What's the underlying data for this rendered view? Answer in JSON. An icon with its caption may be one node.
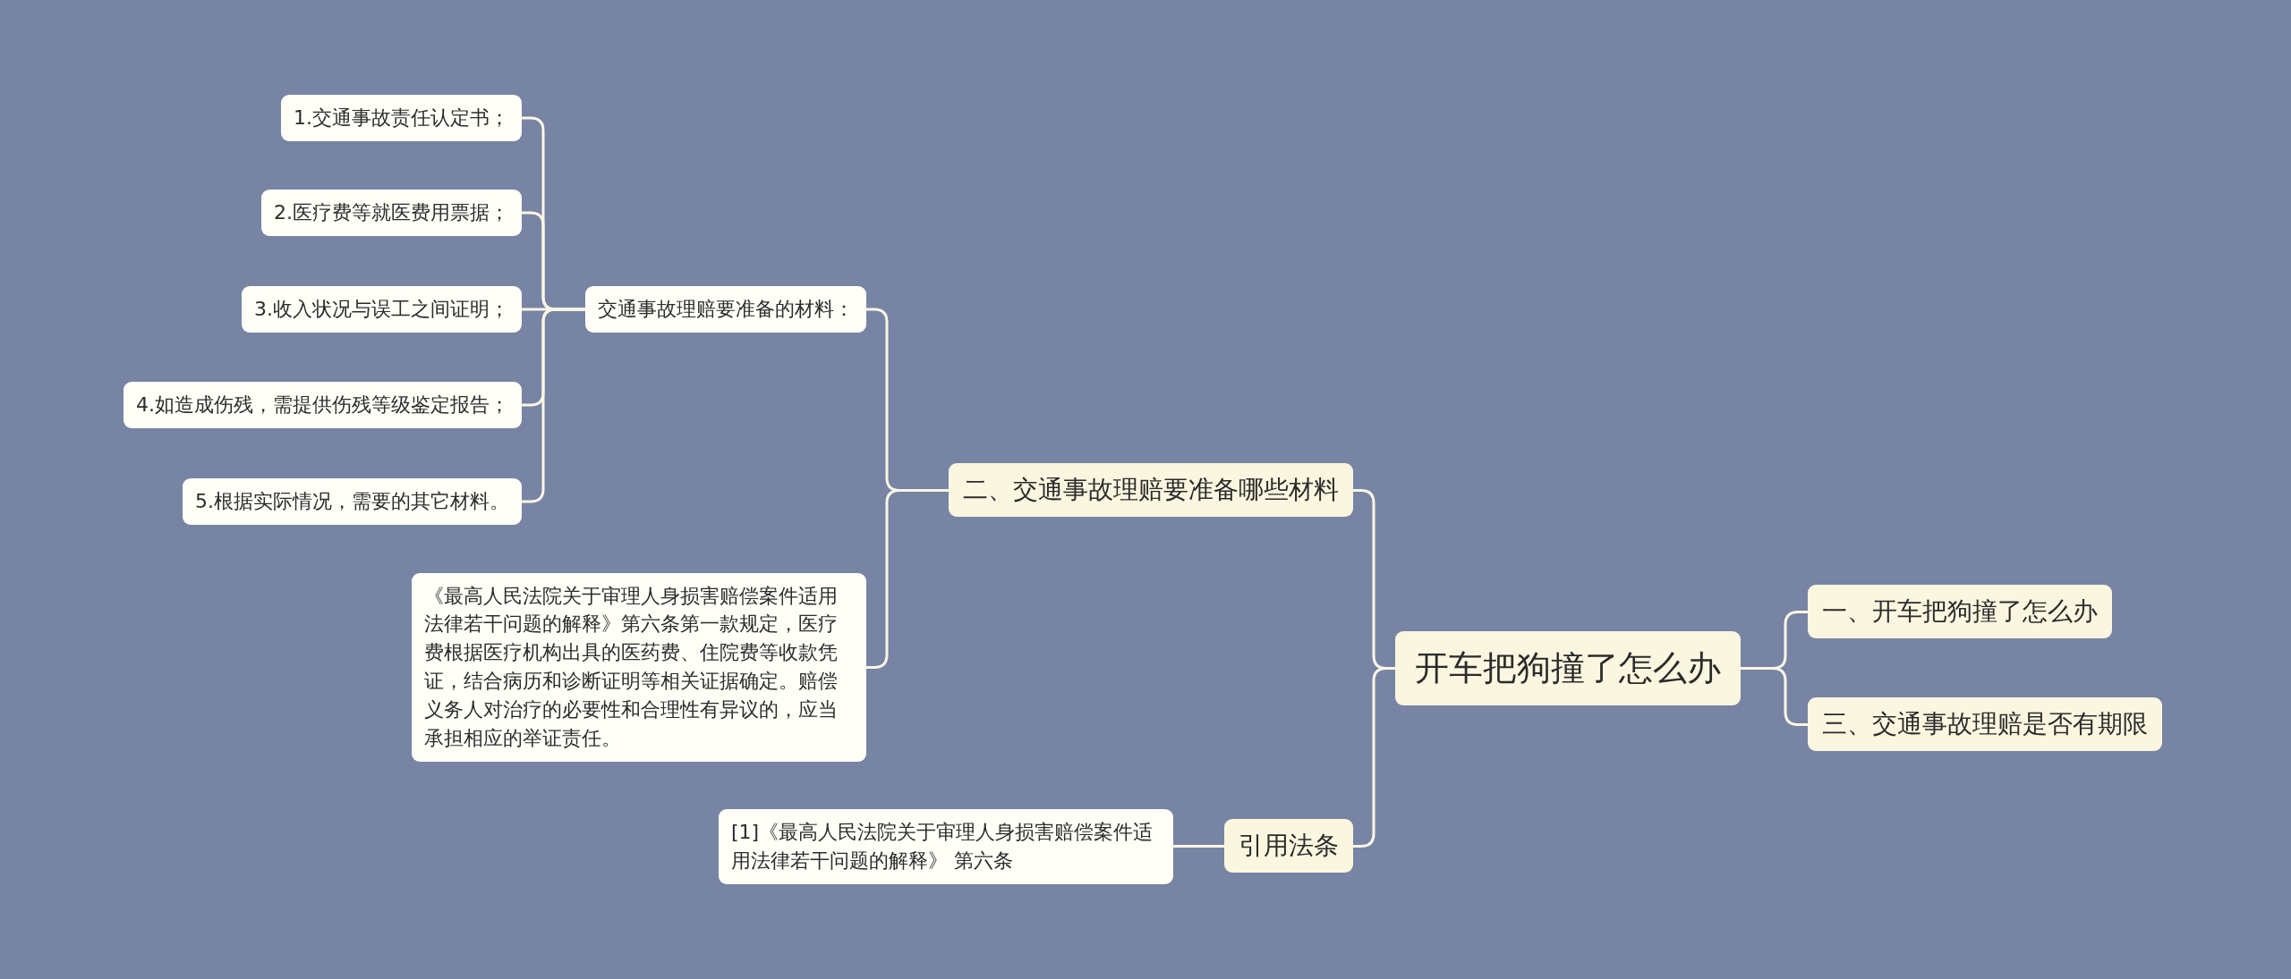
{
  "diagram": {
    "nodes": [
      {
        "text": [
          "开车把狗撞了怎么办"
        ]
      },
      {
        "text": [
          "二、交通事故理赔要准备哪些材料"
        ]
      },
      {
        "text": [
          "交通事故理赔要准备的材料："
        ]
      },
      {
        "text": [
          "1.交通事故责任认定书；"
        ]
      },
      {
        "text": [
          "2.医疗费等就医费用票据；"
        ]
      },
      {
        "text": [
          "3.收入状况与误工之间证明；"
        ]
      },
      {
        "text": [
          "4.如造成伤残，需提供伤残等级鉴定报告；"
        ]
      },
      {
        "text": [
          "5.根据实际情况，需要的其它材料。"
        ]
      },
      {
        "text": [
          "《最高人民法院关于审理人身损害赔偿案件适用法律若干问题的解释》第六条第一款规定，医疗费根据医疗机构出具的医药费、住院费等收款凭证，结合病历和诊断证明等相关证据确定。赔偿义务人对治疗的必要性和合理性有异议的，应当承担相应的举证责任。"
        ]
      },
      {
        "text": [
          "引用法条"
        ]
      },
      {
        "text": [
          "[1]《最高人民法院关于审理人身损害赔偿案件适用法律若干问题的解释》 第六条"
        ]
      },
      {
        "text": [
          "一、开车把狗撞了怎么办"
        ]
      },
      {
        "text": [
          "三、交通事故理赔是否有期限"
        ]
      }
    ],
    "edges": [
      {
        "from": 0,
        "to": 1,
        "arrow": "none"
      },
      {
        "from": 1,
        "to": 2,
        "arrow": "none"
      },
      {
        "from": 2,
        "to": 3,
        "arrow": "none"
      },
      {
        "from": 2,
        "to": 4,
        "arrow": "none"
      },
      {
        "from": 2,
        "to": 5,
        "arrow": "none"
      },
      {
        "from": 2,
        "to": 6,
        "arrow": "none"
      },
      {
        "from": 2,
        "to": 7,
        "arrow": "none"
      },
      {
        "from": 1,
        "to": 8,
        "arrow": "none"
      },
      {
        "from": 0,
        "to": 9,
        "arrow": "none"
      },
      {
        "from": 9,
        "to": 10,
        "arrow": "none"
      },
      {
        "from": 0,
        "to": 11,
        "arrow": "none"
      },
      {
        "from": 0,
        "to": 12,
        "arrow": "none"
      }
    ]
  }
}
